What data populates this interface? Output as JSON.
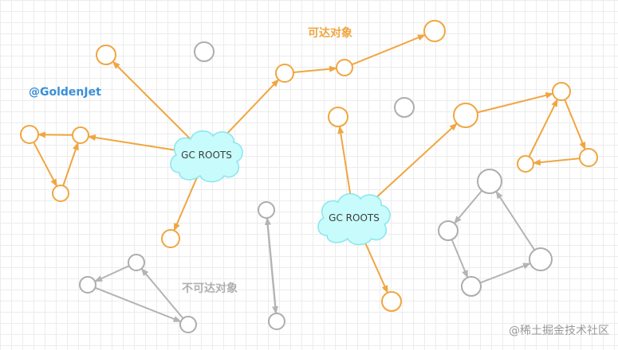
{
  "labels": {
    "author": "@GoldenJet",
    "reachable": "可达对象",
    "unreachable": "不可达对象",
    "watermark": "@稀土掘金技术社区"
  },
  "roots": [
    {
      "id": "root1",
      "label": "GC ROOTS"
    },
    {
      "id": "root2",
      "label": "GC ROOTS"
    }
  ],
  "colors": {
    "reachable": "#f0a640",
    "unreachable": "#adadad",
    "cloud_fill": "#c8fbfb",
    "cloud_stroke": "#88e6ee",
    "author": "#3a8fd8",
    "reachable_label": "#f0a640",
    "unreachable_label": "#b0b0b0",
    "watermark": "#9a9a9a"
  }
}
